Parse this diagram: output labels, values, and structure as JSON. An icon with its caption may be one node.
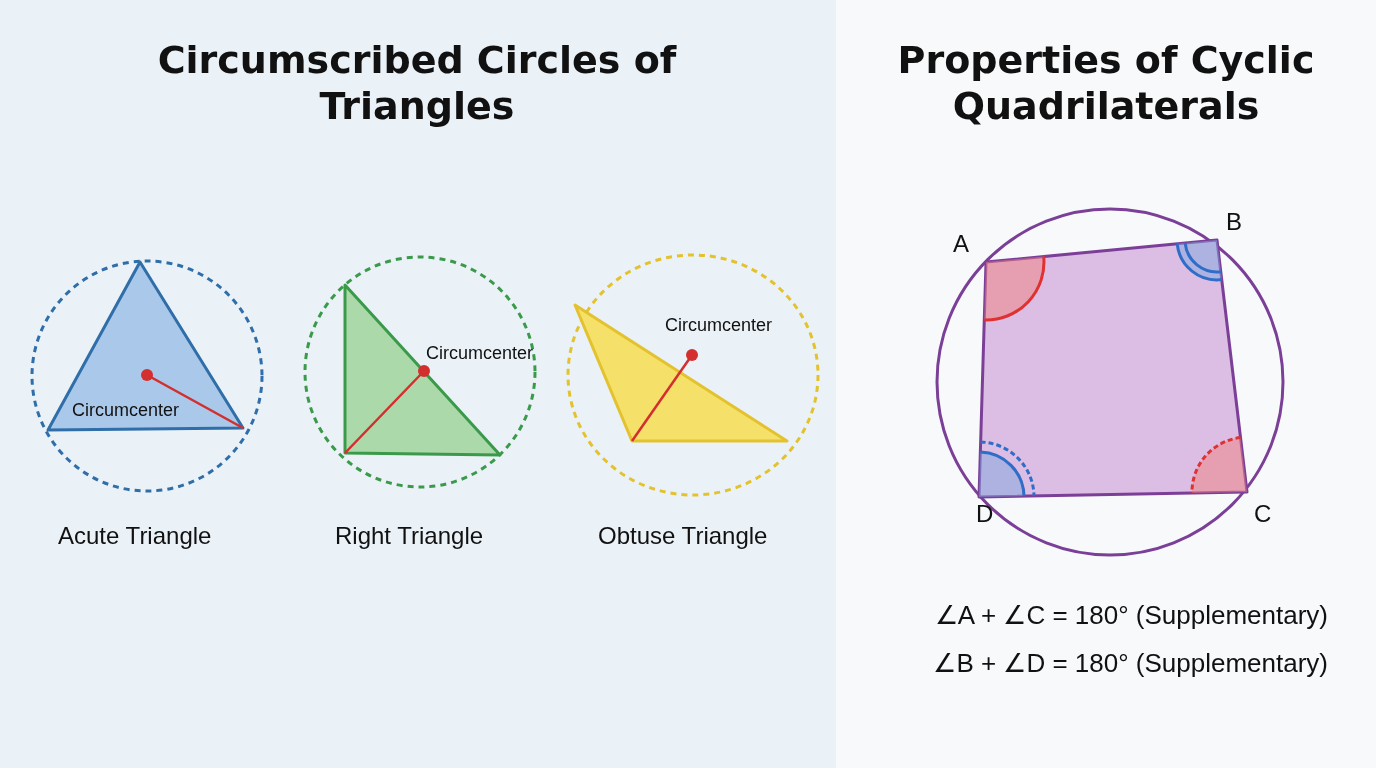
{
  "diagram": {
    "labels": [
      "Circumscribed Circles of Triangles",
      "Properties of Cyclic Quadrilaterals",
      "Circumcenter",
      "Circumcenter",
      "Circumcenter",
      "Acute Triangle",
      "Right Triangle",
      "Obtuse Triangle",
      "A",
      "B",
      "D",
      "C",
      "∠A + ∠C = 180° (Supplementary)",
      "∠B + ∠D = 180° (Supplementary)"
    ]
  }
}
